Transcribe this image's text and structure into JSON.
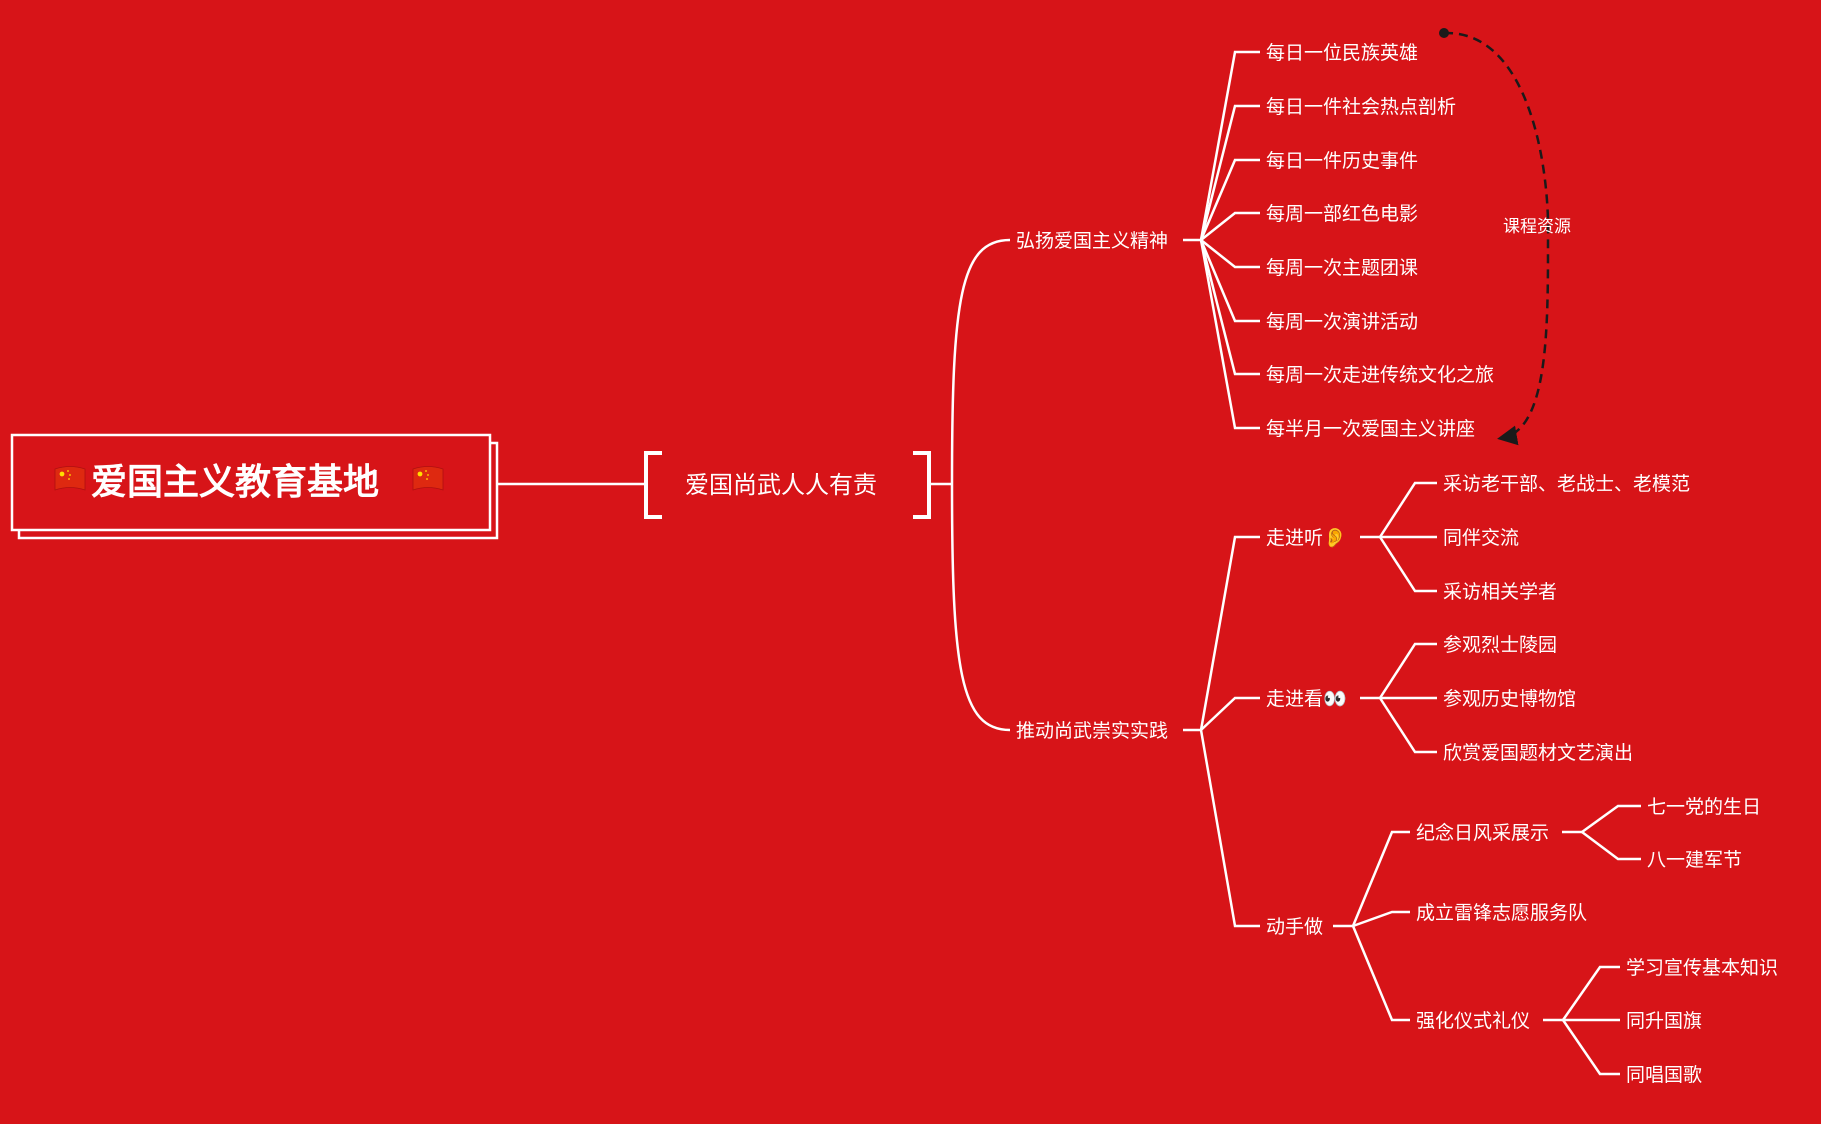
{
  "root": {
    "title": "爱国主义教育基地",
    "flag_color": "#de2910",
    "flag_star_color": "#ffde00"
  },
  "main_topic": "爱国尚武人人有责",
  "branches": [
    {
      "label": "弘扬爱国主义精神",
      "children": [
        "每日一位民族英雄",
        "每日一件社会热点剖析",
        "每日一件历史事件",
        "每周一部红色电影",
        "每周一次主题团课",
        "每周一次演讲活动",
        "每周一次走进传统文化之旅",
        "每半月一次爱国主义讲座"
      ]
    },
    {
      "label": "推动尚武崇实实践",
      "children": [
        {
          "label": "走进听👂",
          "children": [
            "采访老干部、老战士、老模范",
            "同伴交流",
            "采访相关学者"
          ]
        },
        {
          "label": "走进看👀",
          "children": [
            "参观烈士陵园",
            "参观历史博物馆",
            "欣赏爱国题材文艺演出"
          ]
        },
        {
          "label": "动手做",
          "children": [
            {
              "label": "纪念日风采展示",
              "children": [
                "七一党的生日",
                "八一建军节"
              ]
            },
            {
              "label": "成立雷锋志愿服务队"
            },
            {
              "label": "强化仪式礼仪",
              "children": [
                "学习宣传基本知识",
                "同升国旗",
                "同唱国歌"
              ]
            }
          ]
        }
      ]
    }
  ],
  "annotation": "课程资源",
  "colors": {
    "background": "#d71418",
    "line": "#ffffff",
    "annotation_line": "#1a1a1a"
  }
}
